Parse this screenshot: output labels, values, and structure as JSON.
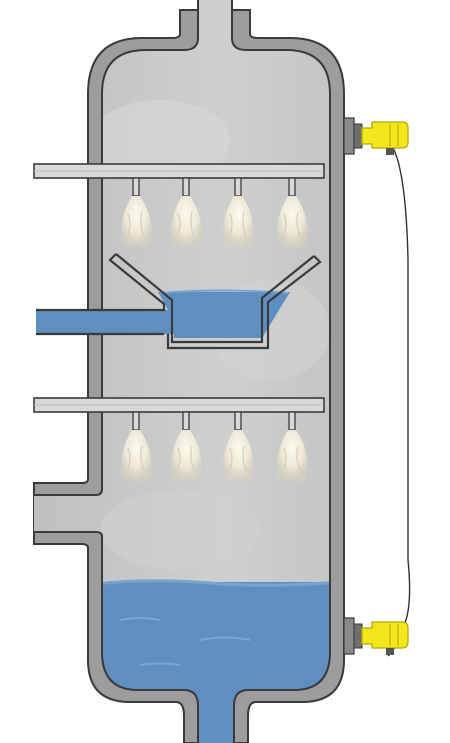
{
  "diagram": {
    "kind": "scrubber-column-cross-section",
    "colors": {
      "vessel_wall": "#9d9d9d",
      "wall_outline": "#3a3a3a",
      "vapour": "#c5c5c5",
      "liquid": "#5f8fc0",
      "liquid_highlight": "#78a4d0",
      "pipe": "#d9d9d9",
      "spray": "#f2eee0",
      "sensor": "#f2e61c",
      "sensor_dark": "#b8a800",
      "flange": "#8a8a8a",
      "cable": "#333333"
    },
    "spray_headers": [
      {
        "id": "upper-spray-header",
        "nozzles": 4
      },
      {
        "id": "lower-spray-header",
        "nozzles": 4
      }
    ],
    "collector_tray": {
      "liquid": true,
      "outlet": "left"
    },
    "gas_inlet": {
      "side": "left"
    },
    "sump": {
      "liquid": true,
      "bottom_outlet": true
    },
    "level_sensors": [
      {
        "id": "upper-level-sensor",
        "mount": "right-flange"
      },
      {
        "id": "lower-level-sensor",
        "mount": "right-flange"
      }
    ]
  }
}
